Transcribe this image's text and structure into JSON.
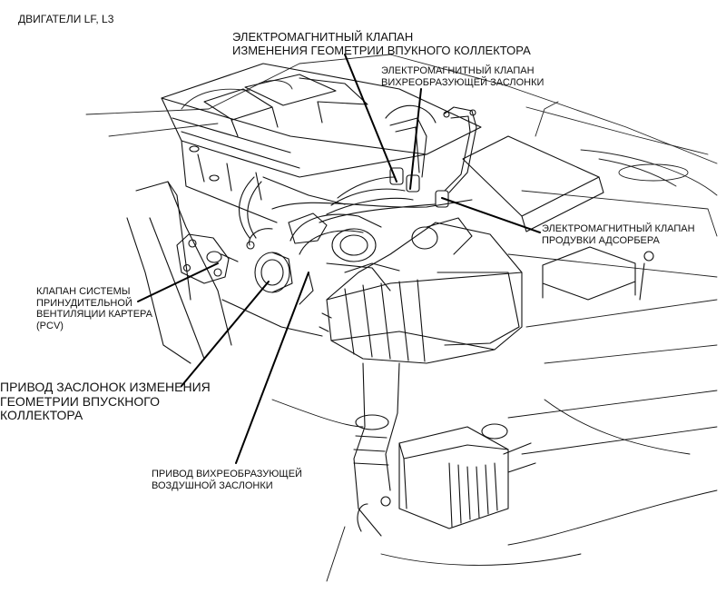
{
  "title": "ДВИГАТЕЛИ LF, L3",
  "callouts": {
    "vis_solenoid": [
      "ЭЛЕКТРОМАГНИТНЫЙ КЛАПАН",
      "ИЗМЕНЕНИЯ ГЕОМЕТРИИ ВПУКНОГО КОЛЛЕКТОРА"
    ],
    "swirl_solenoid": [
      "ЭЛЕКТРОМАГНИТНЫЙ КЛАПАН",
      "ВИХРЕОБРАЗУЮЩЕЙ ЗАСЛОНКИ"
    ],
    "purge_solenoid": [
      "ЭЛЕКТРОМАГНИТНЫЙ КЛАПАН",
      "ПРОДУВКИ АДСОРБЕРА"
    ],
    "pcv_valve": [
      "КЛАПАН СИСТЕМЫ",
      "ПРИНУДИТЕЛЬНОЙ",
      "ВЕНТИЛЯЦИИ КАРТЕРА",
      "(PCV)"
    ],
    "vis_actuator": [
      "ПРИВОД ЗАСЛОНОК ИЗМЕНЕНИЯ",
      "ГЕОМЕТРИИ ВПУСКНОГО",
      "КОЛЛЕКТОРА"
    ],
    "swirl_actuator": [
      "ПРИВОД ВИХРЕОБРАЗУЮЩЕЙ",
      "ВОЗДУШНОЙ ЗАСЛОНКИ"
    ]
  },
  "colors": {
    "ink": "#111111",
    "background": "#ffffff"
  }
}
